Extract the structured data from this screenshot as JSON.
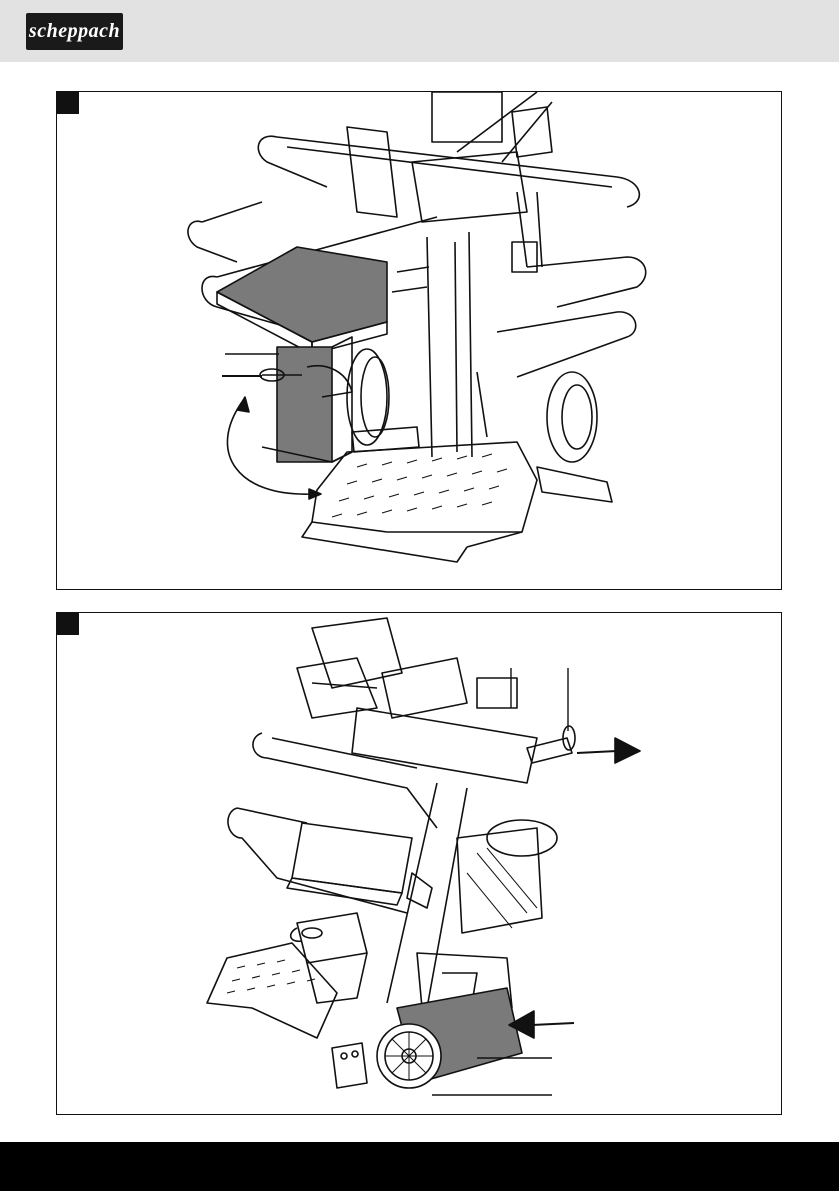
{
  "brand": {
    "logo_text": "scheppach"
  },
  "figures": [
    {
      "id": "figure-top",
      "marker": ""
    },
    {
      "id": "figure-bottom",
      "marker": ""
    }
  ],
  "colors": {
    "header_bg": "#e2e2e2",
    "footer_bg": "#000000",
    "line": "#111111",
    "shade": "#7a7a7a"
  }
}
